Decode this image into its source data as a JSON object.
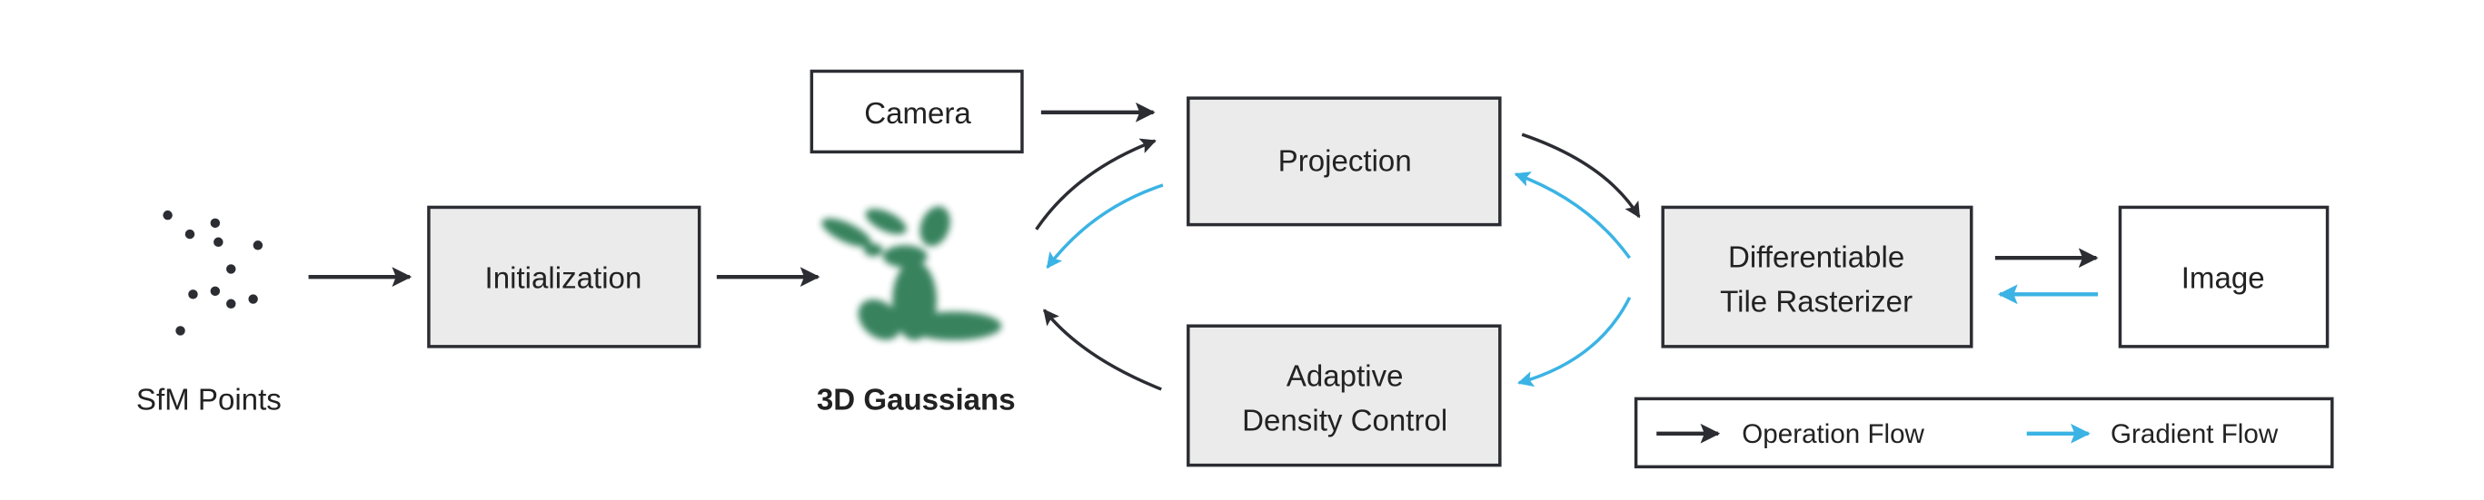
{
  "nodes": {
    "sfm_points": "SfM Points",
    "initialization": "Initialization",
    "gaussians": "3D Gaussians",
    "camera": "Camera",
    "projection": "Projection",
    "adaptive_line1": "Adaptive",
    "adaptive_line2": "Density Control",
    "rasterizer_line1": "Differentiable",
    "rasterizer_line2": "Tile Rasterizer",
    "image": "Image"
  },
  "legend": {
    "operation": "Operation Flow",
    "gradient": "Gradient Flow"
  },
  "colors": {
    "operation": "#2b2d33",
    "gradient": "#3bb3e4",
    "box_fill": "#ebebeb",
    "gaussian": "#2e7d57"
  }
}
